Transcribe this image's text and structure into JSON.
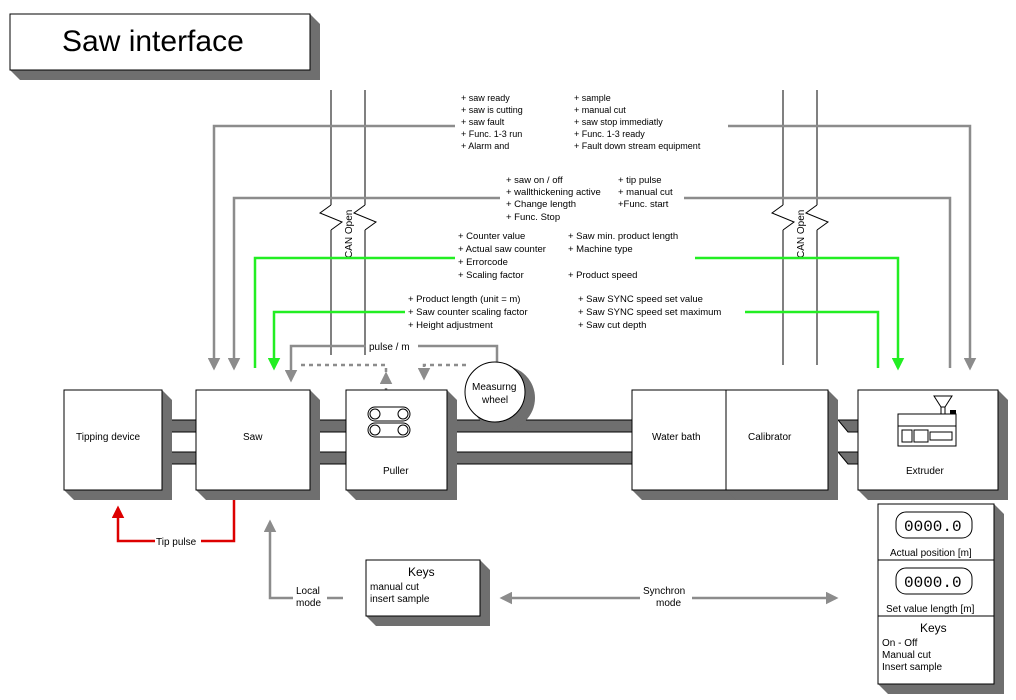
{
  "title": "Saw interface",
  "can_label": "CAN Open",
  "pulse_label": "pulse / m",
  "measuring_wheel": [
    "Measurng",
    "wheel"
  ],
  "machines": {
    "tipping_device": "Tipping device",
    "saw": "Saw",
    "puller": "Puller",
    "water_bath": "Water bath",
    "calibrator": "Calibrator",
    "extruder": "Extruder"
  },
  "signal_groups": {
    "group1_left": [
      "+ saw ready",
      "+ saw is cutting",
      "+ saw fault",
      "+ Func. 1-3 run",
      "+ Alarm and"
    ],
    "group1_right": [
      "+ sample",
      "+ manual cut",
      "+ saw stop immediatly",
      "+ Func. 1-3 ready",
      "+ Fault down stream equipment"
    ],
    "group2_left": [
      "+ saw on / off",
      "+ wallthickening active",
      "+ Change length",
      "+ Func. Stop"
    ],
    "group2_right": [
      "+ tip pulse",
      "+ manual cut",
      "+Func. start"
    ],
    "group3_left": [
      "+ Counter value",
      "+ Actual saw counter",
      "+ Errorcode",
      "+ Scaling factor"
    ],
    "group3_right": [
      "+ Saw min. product length",
      "+ Machine type",
      "",
      "+ Product speed"
    ],
    "group4_left": [
      "+ Product length (unit = m)",
      "+ Saw counter scaling factor",
      "+ Height adjustment"
    ],
    "group4_right": [
      "+ Saw SYNC speed set value",
      "+ Saw SYNC speed set maximum",
      "+ Saw cut depth"
    ]
  },
  "tip_pulse": "Tip pulse",
  "local_mode": [
    "Local",
    "mode"
  ],
  "synchron_mode": [
    "Synchron",
    "mode"
  ],
  "keys_center": {
    "title": "Keys",
    "items": [
      "manual cut",
      "insert sample"
    ]
  },
  "extruder_panel": {
    "actual_position_value": "0000.0",
    "actual_position_label": "Actual position  [m]",
    "set_value": "0000.0",
    "set_value_label": "Set value length  [m]",
    "keys_title": "Keys",
    "keys_items": [
      "On - Off",
      "Manual cut",
      "Insert sample"
    ]
  },
  "colors": {
    "signal_gray": "#8c8c8c",
    "green": "#22ee22",
    "red": "#dd0000",
    "box_shadow": "#6f6f6f"
  }
}
